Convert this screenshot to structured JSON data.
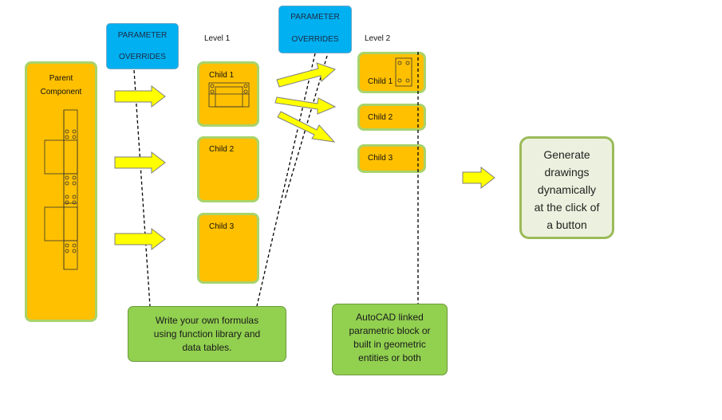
{
  "parent": {
    "label_line1": "Parent",
    "label_line2": "Component"
  },
  "overrides": [
    {
      "line1": "PARAMETER",
      "line2": "OVERRIDES"
    },
    {
      "line1": "PARAMETER",
      "line2": "OVERRIDES"
    }
  ],
  "levels": {
    "level1": "Level 1",
    "level2": "Level 2"
  },
  "level1_children": [
    "Child 1",
    "Child 2",
    "Child 3"
  ],
  "level2_children": [
    "Child 1",
    "Child 2",
    "Child 3"
  ],
  "formulas_note": {
    "line1": "Write your own formulas",
    "line2": "using function library and",
    "line3": "data tables."
  },
  "autocad_note": {
    "line1": "AutoCAD linked",
    "line2": "parametric block or",
    "line3": "built in geometric",
    "line4": "entities or both"
  },
  "generate_note": {
    "line1": "Generate",
    "line2": "drawings",
    "line3": "dynamically",
    "line4": "at the click of",
    "line5": "a button"
  },
  "colors": {
    "component": "#ffc000",
    "overrides": "#00b0f0",
    "note": "#92d050",
    "result": "#ebf1de",
    "arrow": "#ffff00"
  }
}
